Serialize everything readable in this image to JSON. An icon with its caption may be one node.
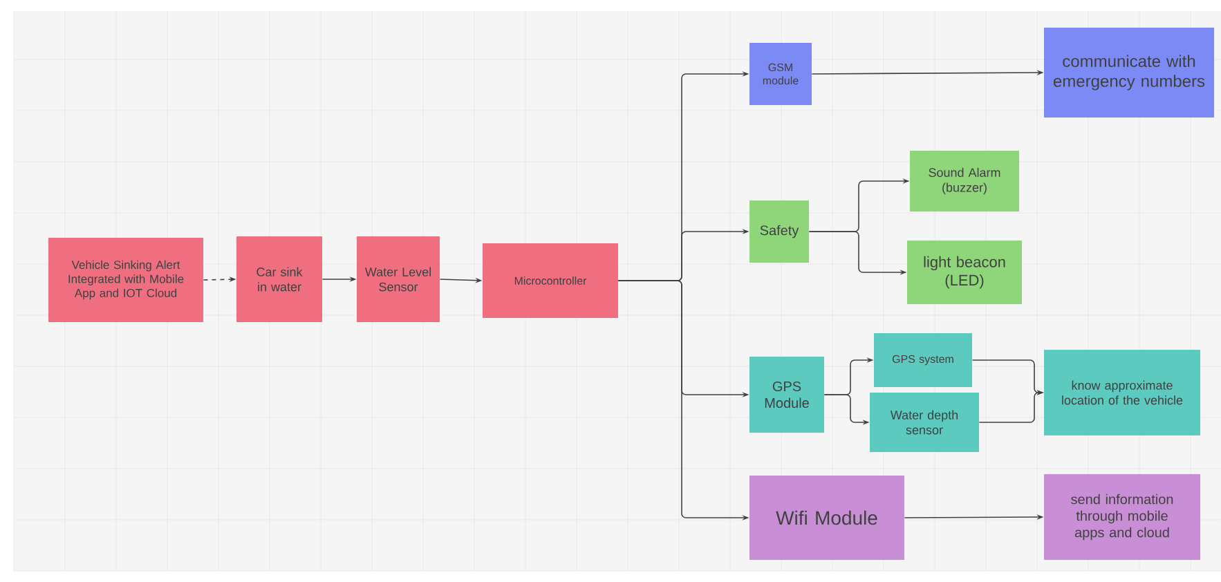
{
  "diagram": {
    "nodes": [
      {
        "text": [
          "Vehicle Sinking Alert Integrated with Mobile App and IOT Cloud"
        ]
      },
      {
        "text": [
          "Car sink in water"
        ]
      },
      {
        "text": [
          "Water Level Sensor"
        ]
      },
      {
        "text": [
          "Microcontroller"
        ]
      },
      {
        "text": [
          "GSM module"
        ]
      },
      {
        "text": [
          "communicate with emergency numbers"
        ]
      },
      {
        "text": [
          "Safety"
        ]
      },
      {
        "text": [
          "Sound Alarm (buzzer)"
        ]
      },
      {
        "text": [
          "light beacon (LED)"
        ]
      },
      {
        "text": [
          "GPS Module"
        ]
      },
      {
        "text": [
          "GPS system"
        ]
      },
      {
        "text": [
          "Water depth sensor"
        ]
      },
      {
        "text": [
          "know approximate location of the vehicle"
        ]
      },
      {
        "text": [
          "Wifi Module"
        ]
      },
      {
        "text": [
          "send information through mobile apps and cloud"
        ]
      }
    ],
    "edges": [
      {
        "from": 0,
        "to": 1,
        "arrow": "to",
        "style": "dashed"
      },
      {
        "from": 1,
        "to": 2,
        "arrow": "to"
      },
      {
        "from": 2,
        "to": 3,
        "arrow": "to"
      },
      {
        "from": 3,
        "to": 4,
        "arrow": "to"
      },
      {
        "from": 3,
        "to": 6,
        "arrow": "to"
      },
      {
        "from": 3,
        "to": 9,
        "arrow": "to"
      },
      {
        "from": 3,
        "to": 13,
        "arrow": "to"
      },
      {
        "from": 4,
        "to": 5,
        "arrow": "to"
      },
      {
        "from": 6,
        "to": 7,
        "arrow": "to"
      },
      {
        "from": 6,
        "to": 8,
        "arrow": "to"
      },
      {
        "from": 9,
        "to": 10,
        "arrow": "to"
      },
      {
        "from": 9,
        "to": 11,
        "arrow": "to"
      },
      {
        "from": 10,
        "to": 12,
        "arrow": "to"
      },
      {
        "from": 11,
        "to": 12,
        "arrow": "to"
      },
      {
        "from": 13,
        "to": 14,
        "arrow": "to"
      }
    ]
  }
}
